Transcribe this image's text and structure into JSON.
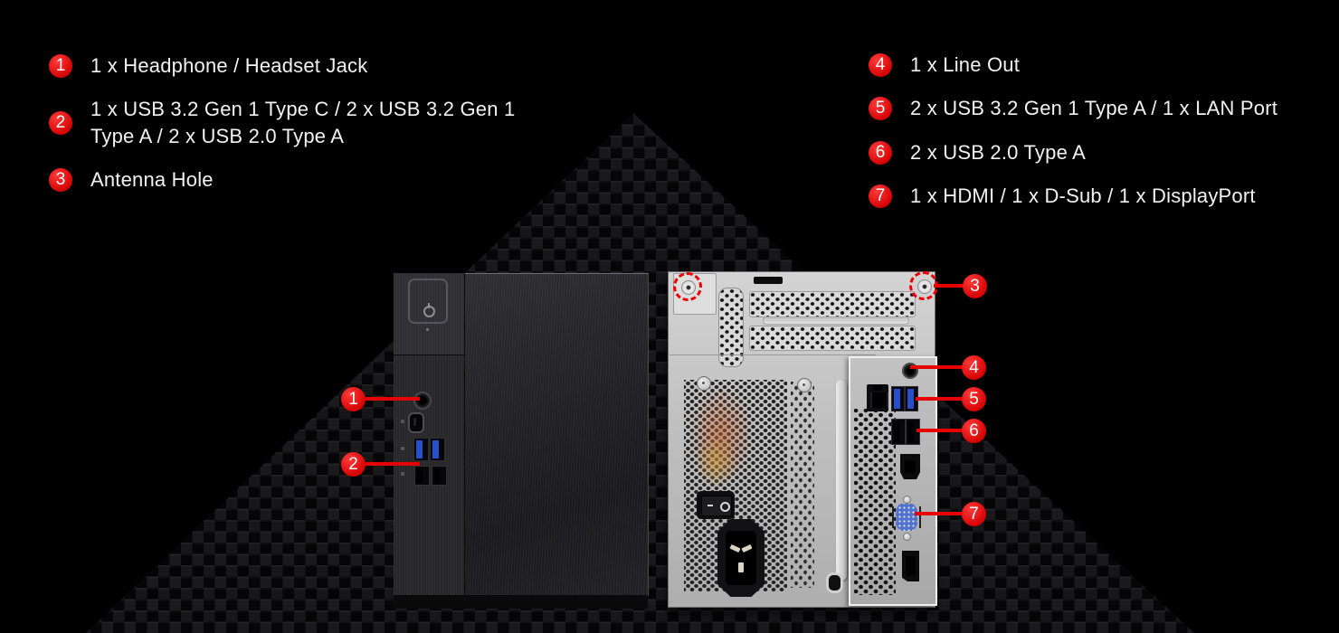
{
  "product_diagram": {
    "legend_left": [
      {
        "num": "1",
        "text": "1 x Headphone / Headset Jack"
      },
      {
        "num": "2",
        "line1": "1 x USB 3.2 Gen 1 Type C / 2 x USB 3.2 Gen 1",
        "line2": "Type A / 2 x USB 2.0 Type A"
      },
      {
        "num": "3",
        "text": "Antenna Hole"
      }
    ],
    "legend_right": [
      {
        "num": "4",
        "text": "1 x Line Out"
      },
      {
        "num": "5",
        "text": "2 x USB 3.2 Gen 1 Type A / 1 x LAN Port"
      },
      {
        "num": "6",
        "text": "2 x USB 2.0 Type A"
      },
      {
        "num": "7",
        "text": "1 x HDMI / 1 x D-Sub / 1 x DisplayPort"
      }
    ],
    "icons": {
      "front_ports": [
        "power-icon",
        "headphone-jack-icon",
        "usb-c-port-icon",
        "usb3-type-a-port-icon",
        "usb2-type-a-port-icon"
      ],
      "rear_ports": [
        "line-out-jack-icon",
        "lan-port-icon",
        "usb3-type-a-port-icon",
        "usb2-type-a-port-icon",
        "hdmi-port-icon",
        "d-sub-port-icon",
        "displayport-port-icon",
        "power-switch-icon",
        "ac-inlet-icon",
        "antenna-hole-icon",
        "kensington-lock-icon"
      ]
    },
    "colors": {
      "accent_red": "#e60000",
      "panel_silver": "#c7c7c7",
      "case_black": "#1d1d20",
      "usb3_blue": "#2750c8",
      "vga_blue": "#5272cc",
      "text": "#f2f2f2",
      "background": "#000000"
    }
  }
}
